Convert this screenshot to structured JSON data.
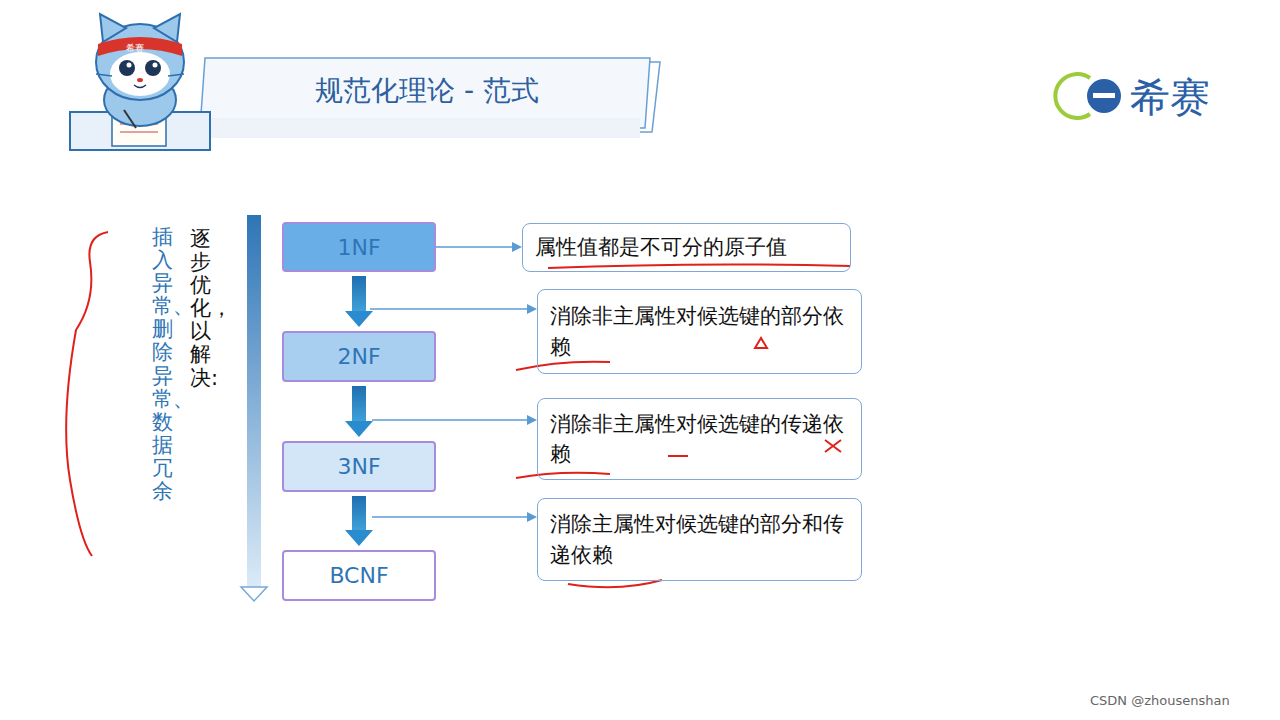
{
  "diagram": {
    "title": "规范化理论 - 范式",
    "nodes": [
      {
        "text": [
          "1NF"
        ]
      },
      {
        "text": [
          "属性值都是不可分的原子值"
        ]
      },
      {
        "text": [
          "2NF"
        ]
      },
      {
        "text": [
          "消除非主属性对候选键的部分依赖"
        ]
      },
      {
        "text": [
          "3NF"
        ]
      },
      {
        "text": [
          "消除非主属性对候选键的传递依赖"
        ]
      },
      {
        "text": [
          "BCNF"
        ]
      },
      {
        "text": [
          "消除主属性对候选键的部分和传递依赖"
        ]
      }
    ],
    "edges": [
      {
        "from": 0,
        "to": 1,
        "arrow": "to"
      },
      {
        "from": 0,
        "to": 2,
        "arrow": "to"
      },
      {
        "from": 2,
        "to": 4,
        "arrow": "to"
      },
      {
        "from": 4,
        "to": 6,
        "arrow": "to"
      }
    ],
    "labels": [
      "逐步优化，以解决:",
      "插入异常、删除异常、数据冗余",
      "希赛",
      "希赛",
      "CSDN @zhousenshan"
    ]
  }
}
